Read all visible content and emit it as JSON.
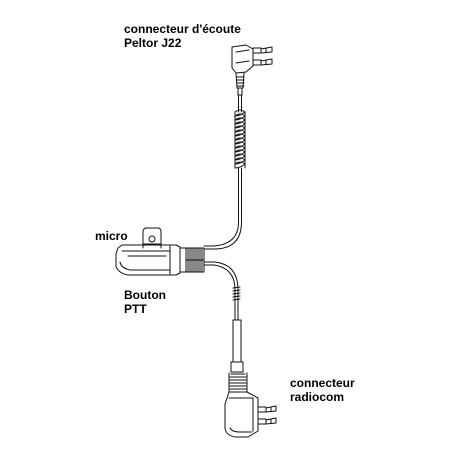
{
  "labels": {
    "peltor": {
      "line1": "connecteur d'écoute",
      "line2": "Peltor J22"
    },
    "micro": {
      "line1": "micro"
    },
    "ptt": {
      "line1": "Bouton",
      "line2": "PTT"
    },
    "radiocom": {
      "line1": "connecteur",
      "line2": "radiocom"
    }
  }
}
